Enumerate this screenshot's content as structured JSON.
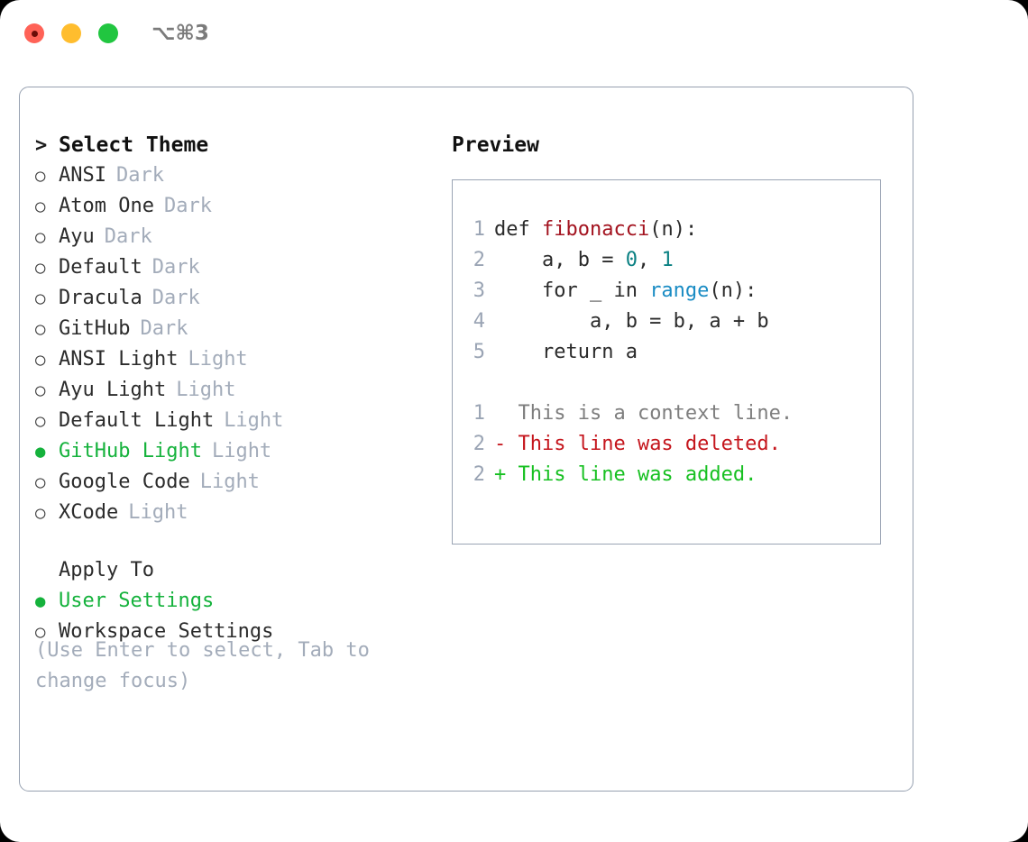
{
  "titlebar": {
    "shortcut": "⌥⌘3",
    "buttons": [
      {
        "name": "close",
        "color": "#ff6257"
      },
      {
        "name": "minimize",
        "color": "#ffbd2e"
      },
      {
        "name": "maximize",
        "color": "#21c640"
      }
    ]
  },
  "theme_panel": {
    "header": {
      "marker": ">",
      "label": "Select Theme"
    },
    "items": [
      {
        "marker": "○",
        "label": "ANSI",
        "tag": "Dark",
        "selected": false
      },
      {
        "marker": "○",
        "label": "Atom One",
        "tag": "Dark",
        "selected": false
      },
      {
        "marker": "○",
        "label": "Ayu",
        "tag": "Dark",
        "selected": false
      },
      {
        "marker": "○",
        "label": "Default",
        "tag": "Dark",
        "selected": false
      },
      {
        "marker": "○",
        "label": "Dracula",
        "tag": "Dark",
        "selected": false
      },
      {
        "marker": "○",
        "label": "GitHub",
        "tag": "Dark",
        "selected": false
      },
      {
        "marker": "○",
        "label": "ANSI Light",
        "tag": "Light",
        "selected": false
      },
      {
        "marker": "○",
        "label": "Ayu Light",
        "tag": "Light",
        "selected": false
      },
      {
        "marker": "○",
        "label": "Default Light",
        "tag": "Light",
        "selected": false
      },
      {
        "marker": "●",
        "label": "GitHub Light",
        "tag": "Light",
        "selected": true
      },
      {
        "marker": "○",
        "label": "Google Code",
        "tag": "Light",
        "selected": false
      },
      {
        "marker": "○",
        "label": "XCode",
        "tag": "Light",
        "selected": false
      }
    ]
  },
  "apply_to": {
    "header": {
      "marker": " ",
      "label": "Apply To"
    },
    "options": [
      {
        "marker": "●",
        "label": "User Settings",
        "selected": true
      },
      {
        "marker": "○",
        "label": "Workspace Settings",
        "selected": false
      }
    ]
  },
  "hint": "(Use Enter to select, Tab to change focus)",
  "preview": {
    "title": "Preview",
    "code_lines": [
      {
        "no": "1",
        "tokens": [
          {
            "t": "def ",
            "k": "plain"
          },
          {
            "t": "fibonacci",
            "k": "fn"
          },
          {
            "t": "(n):",
            "k": "plain"
          }
        ]
      },
      {
        "no": "2",
        "tokens": [
          {
            "t": "    a, b = ",
            "k": "plain"
          },
          {
            "t": "0",
            "k": "num"
          },
          {
            "t": ", ",
            "k": "plain"
          },
          {
            "t": "1",
            "k": "num"
          }
        ]
      },
      {
        "no": "3",
        "tokens": [
          {
            "t": "    for _ in ",
            "k": "plain"
          },
          {
            "t": "range",
            "k": "call"
          },
          {
            "t": "(n):",
            "k": "plain"
          }
        ]
      },
      {
        "no": "4",
        "tokens": [
          {
            "t": "        a, b = b, a + b",
            "k": "plain"
          }
        ]
      },
      {
        "no": "5",
        "tokens": [
          {
            "t": "    return a",
            "k": "plain"
          }
        ]
      }
    ],
    "diff_lines": [
      {
        "no": "1",
        "sign": " ",
        "text": " This is a context line.",
        "kind": "context"
      },
      {
        "no": "2",
        "sign": "-",
        "text": " This line was deleted.",
        "kind": "deleted"
      },
      {
        "no": "2",
        "sign": "+",
        "text": " This line was added.",
        "kind": "added"
      }
    ]
  },
  "colors": {
    "accent_green": "#15b23c",
    "muted": "#a3acba",
    "border": "#96a0b0",
    "fn_red": "#a3131f",
    "num_teal": "#0b8183",
    "call_blue": "#1a8cc4",
    "diff_delete": "#c5161d",
    "diff_add": "#17c021",
    "diff_context": "#7e7e7e"
  }
}
